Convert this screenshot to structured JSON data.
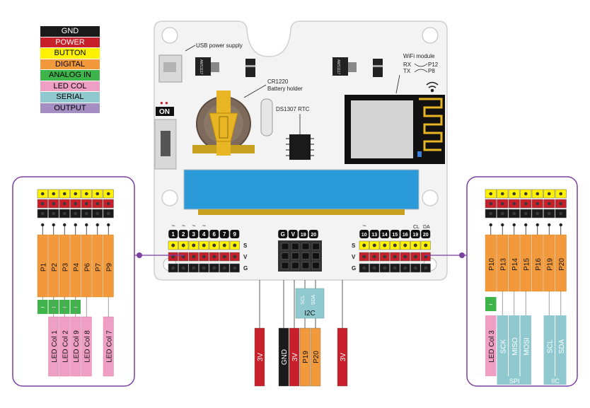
{
  "legend": [
    {
      "label": "GND",
      "bg": "#1a1a1a",
      "fg": "#ffffff"
    },
    {
      "label": "POWER",
      "bg": "#c8202a",
      "fg": "#ffffff"
    },
    {
      "label": "BUTTON",
      "bg": "#fff200",
      "fg": "#000000"
    },
    {
      "label": "DIGITAL",
      "bg": "#f29a3b",
      "fg": "#000000"
    },
    {
      "label": "ANALOG IN",
      "bg": "#3fb44a",
      "fg": "#000000"
    },
    {
      "label": "LED COL",
      "bg": "#ef9ec4",
      "fg": "#000000"
    },
    {
      "label": "SERIAL",
      "bg": "#8fc9cf",
      "fg": "#000000"
    },
    {
      "label": "OUTPUT",
      "bg": "#a58fc2",
      "fg": "#000000"
    }
  ],
  "colors": {
    "gnd": "#1a1a1a",
    "power": "#c8202a",
    "button": "#fff200",
    "digital": "#f29a3b",
    "analog": "#3fb44a",
    "led": "#ef9ec4",
    "serial": "#8fc9cf",
    "output": "#a58fc2",
    "accent": "#7b3fa0",
    "screen": "#2a9ad8"
  },
  "board": {
    "usb_label": "USB power supply",
    "battery_label_1": "CR1220",
    "battery_label_2": "Battery holder",
    "rtc_label": "DS1307 RTC",
    "wifi_label": "WiFi module",
    "wifi_rx": "RX",
    "wifi_tx": "TX",
    "wifi_p12": "P12",
    "wifi_p8": "P8",
    "on_label": "ON",
    "ic_label": "AMS1117",
    "left_pins": [
      "1",
      "2",
      "3",
      "4",
      "6",
      "7",
      "9"
    ],
    "mid_pins": [
      "G",
      "V",
      "19",
      "20"
    ],
    "right_pins": [
      "10",
      "13",
      "14",
      "15",
      "16",
      "19",
      "20"
    ],
    "cl": "CL",
    "da": "DA",
    "tilde": "~",
    "row_s": "S",
    "row_v": "V",
    "row_g": "G"
  },
  "left_box": {
    "pins": [
      "P1",
      "P2",
      "P3",
      "P4",
      "P6",
      "P7",
      "P9"
    ],
    "analog": "~",
    "leds": [
      "LED Col 1",
      "LED Col 2",
      "LED Col 9",
      "LED Col 8",
      "LED Col 7"
    ]
  },
  "right_box": {
    "pins": [
      "P10",
      "P13",
      "P14",
      "P15",
      "P16",
      "P19",
      "P20"
    ],
    "analog": "~",
    "led": "LED Col 3",
    "spi": [
      "SCK",
      "MISO",
      "MOSI"
    ],
    "spi_label": "SPI",
    "iic": [
      "SCL",
      "SDA"
    ],
    "iic_label": "IIC"
  },
  "bottom": {
    "v3a": "3V",
    "gnd": "GND",
    "v3b": "3V",
    "p19": "P19",
    "p20": "P20",
    "v3c": "3V",
    "scl": "SCL",
    "sda": "SDA",
    "i2c": "I2C"
  }
}
